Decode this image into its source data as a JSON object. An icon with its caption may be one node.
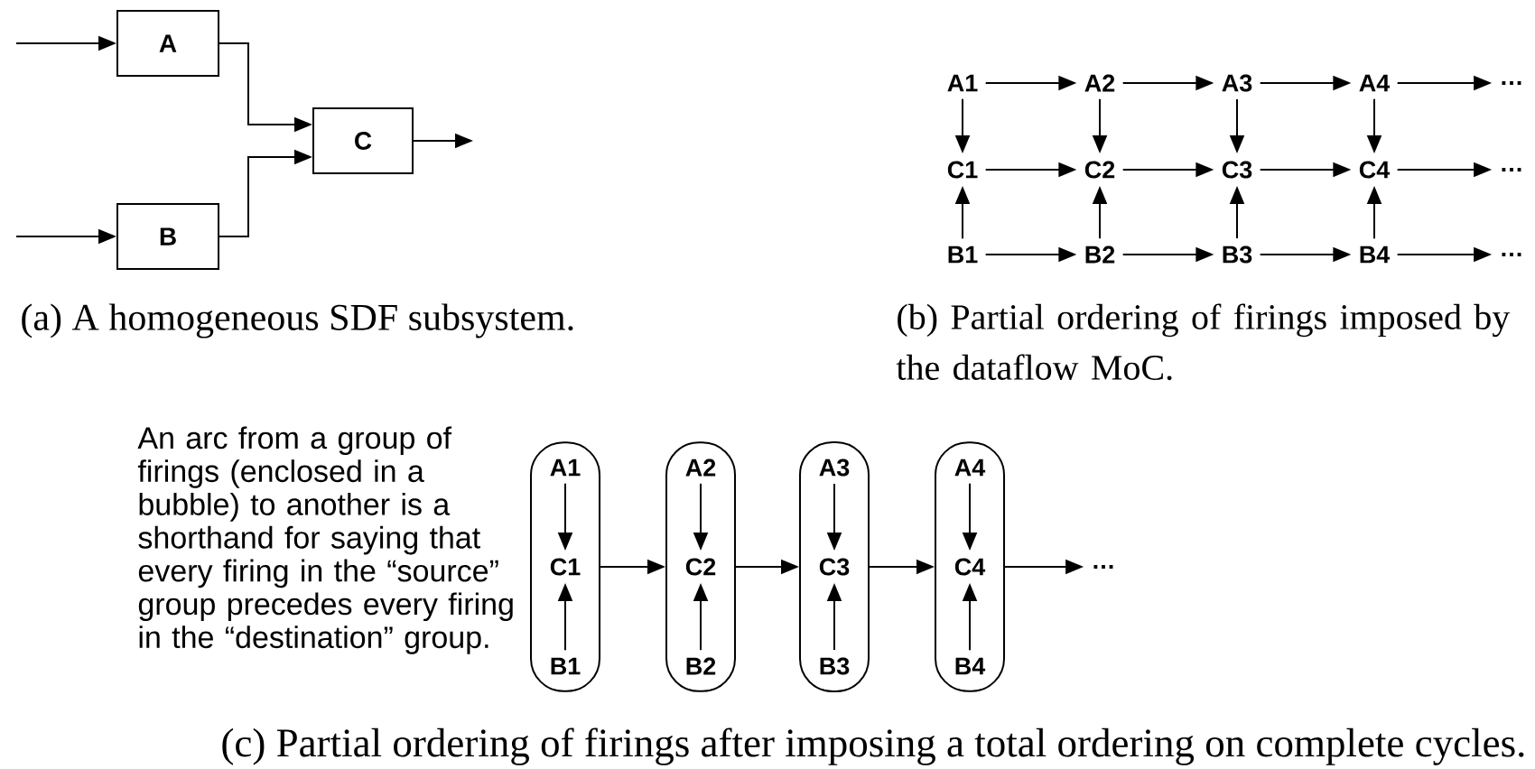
{
  "diagram": {
    "nodes": [
      {
        "text": [
          "A"
        ]
      },
      {
        "text": [
          "B"
        ]
      },
      {
        "text": [
          "C"
        ]
      },
      {
        "text": [
          "A1"
        ]
      },
      {
        "text": [
          "A2"
        ]
      },
      {
        "text": [
          "A3"
        ]
      },
      {
        "text": [
          "A4"
        ]
      },
      {
        "text": [
          "…"
        ]
      },
      {
        "text": [
          "C1"
        ]
      },
      {
        "text": [
          "C2"
        ]
      },
      {
        "text": [
          "C3"
        ]
      },
      {
        "text": [
          "C4"
        ]
      },
      {
        "text": [
          "…"
        ]
      },
      {
        "text": [
          "B1"
        ]
      },
      {
        "text": [
          "B2"
        ]
      },
      {
        "text": [
          "B3"
        ]
      },
      {
        "text": [
          "B4"
        ]
      },
      {
        "text": [
          "…"
        ]
      },
      {
        "text": [],
        "shape": "box"
      },
      {
        "text": [
          "A1"
        ],
        "in": 18
      },
      {
        "text": [
          "C1"
        ],
        "in": 18
      },
      {
        "text": [
          "B1"
        ],
        "in": 18
      },
      {
        "text": [],
        "shape": "box"
      },
      {
        "text": [
          "A2"
        ],
        "in": 22
      },
      {
        "text": [
          "C2"
        ],
        "in": 22
      },
      {
        "text": [
          "B2"
        ],
        "in": 22
      },
      {
        "text": [],
        "shape": "box"
      },
      {
        "text": [
          "A3"
        ],
        "in": 26
      },
      {
        "text": [
          "C3"
        ],
        "in": 26
      },
      {
        "text": [
          "B3"
        ],
        "in": 26
      },
      {
        "text": [],
        "shape": "box"
      },
      {
        "text": [
          "A4"
        ],
        "in": 30
      },
      {
        "text": [
          "C4"
        ],
        "in": 30
      },
      {
        "text": [
          "B4"
        ],
        "in": 30
      },
      {
        "text": [
          "…"
        ]
      }
    ],
    "edges": [
      {
        "from": null,
        "to": 0,
        "arrow": "to"
      },
      {
        "from": null,
        "to": 1,
        "arrow": "to"
      },
      {
        "from": 0,
        "to": 2,
        "arrow": "to"
      },
      {
        "from": 1,
        "to": 2,
        "arrow": "to"
      },
      {
        "from": 2,
        "to": null,
        "arrow": "to"
      },
      {
        "from": 3,
        "to": 4,
        "arrow": "to"
      },
      {
        "from": 4,
        "to": 5,
        "arrow": "to"
      },
      {
        "from": 5,
        "to": 6,
        "arrow": "to"
      },
      {
        "from": 6,
        "to": 7,
        "arrow": "to"
      },
      {
        "from": 8,
        "to": 9,
        "arrow": "to"
      },
      {
        "from": 9,
        "to": 10,
        "arrow": "to"
      },
      {
        "from": 10,
        "to": 11,
        "arrow": "to"
      },
      {
        "from": 11,
        "to": 12,
        "arrow": "to"
      },
      {
        "from": 13,
        "to": 14,
        "arrow": "to"
      },
      {
        "from": 14,
        "to": 15,
        "arrow": "to"
      },
      {
        "from": 15,
        "to": 16,
        "arrow": "to"
      },
      {
        "from": 16,
        "to": 17,
        "arrow": "to"
      },
      {
        "from": 3,
        "to": 8,
        "arrow": "to"
      },
      {
        "from": 4,
        "to": 9,
        "arrow": "to"
      },
      {
        "from": 5,
        "to": 10,
        "arrow": "to"
      },
      {
        "from": 6,
        "to": 11,
        "arrow": "to"
      },
      {
        "from": 13,
        "to": 8,
        "arrow": "to"
      },
      {
        "from": 14,
        "to": 9,
        "arrow": "to"
      },
      {
        "from": 15,
        "to": 10,
        "arrow": "to"
      },
      {
        "from": 16,
        "to": 11,
        "arrow": "to"
      },
      {
        "from": 19,
        "to": 20,
        "arrow": "to"
      },
      {
        "from": 21,
        "to": 20,
        "arrow": "to"
      },
      {
        "from": 23,
        "to": 24,
        "arrow": "to"
      },
      {
        "from": 25,
        "to": 24,
        "arrow": "to"
      },
      {
        "from": 27,
        "to": 28,
        "arrow": "to"
      },
      {
        "from": 29,
        "to": 28,
        "arrow": "to"
      },
      {
        "from": 31,
        "to": 32,
        "arrow": "to"
      },
      {
        "from": 33,
        "to": 32,
        "arrow": "to"
      },
      {
        "from": 18,
        "to": 22,
        "arrow": "to"
      },
      {
        "from": 22,
        "to": 26,
        "arrow": "to"
      },
      {
        "from": 26,
        "to": 30,
        "arrow": "to"
      },
      {
        "from": 30,
        "to": 34,
        "arrow": "to"
      }
    ],
    "labels": [
      "(a) A homogeneous SDF subsystem.",
      "(b) Partial ordering of firings imposed by the dataflow MoC.",
      "An arc from a group of firings (enclosed in a bubble) to another is a shorthand for saying that every firing in the “source” group precedes every firing in the “destination” group.",
      "(c) Partial ordering of firings after imposing a total ordering on complete cycles."
    ]
  }
}
